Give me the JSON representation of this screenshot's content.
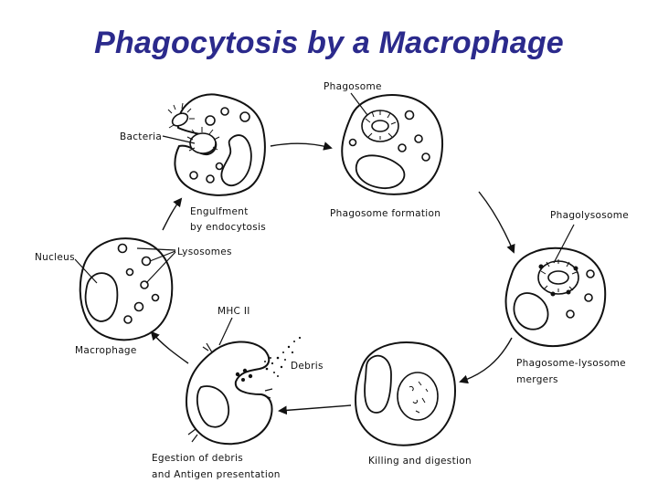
{
  "title": "Phagocytosis by a Macrophage",
  "labels": {
    "phagosome": "Phagosome",
    "bacteria": "Bacteria",
    "engulfment_1": "Engulfment",
    "engulfment_2": "by endocytosis",
    "phagosome_formation": "Phagosome formation",
    "phagolysosome": "Phagolysosome",
    "nucleus": "Nucleus",
    "lysosomes": "Lysosomes",
    "mhc_ii": "MHC II",
    "macrophage": "Macrophage",
    "debris": "Debris",
    "merger_1": "Phagosome-lysosome",
    "merger_2": "mergers",
    "egestion_1": "Egestion of debris",
    "egestion_2": "and Antigen presentation",
    "killing": "Killing and digestion"
  },
  "colors": {
    "title": "#2b2a8c",
    "line": "#111111",
    "background": "#ffffff"
  }
}
